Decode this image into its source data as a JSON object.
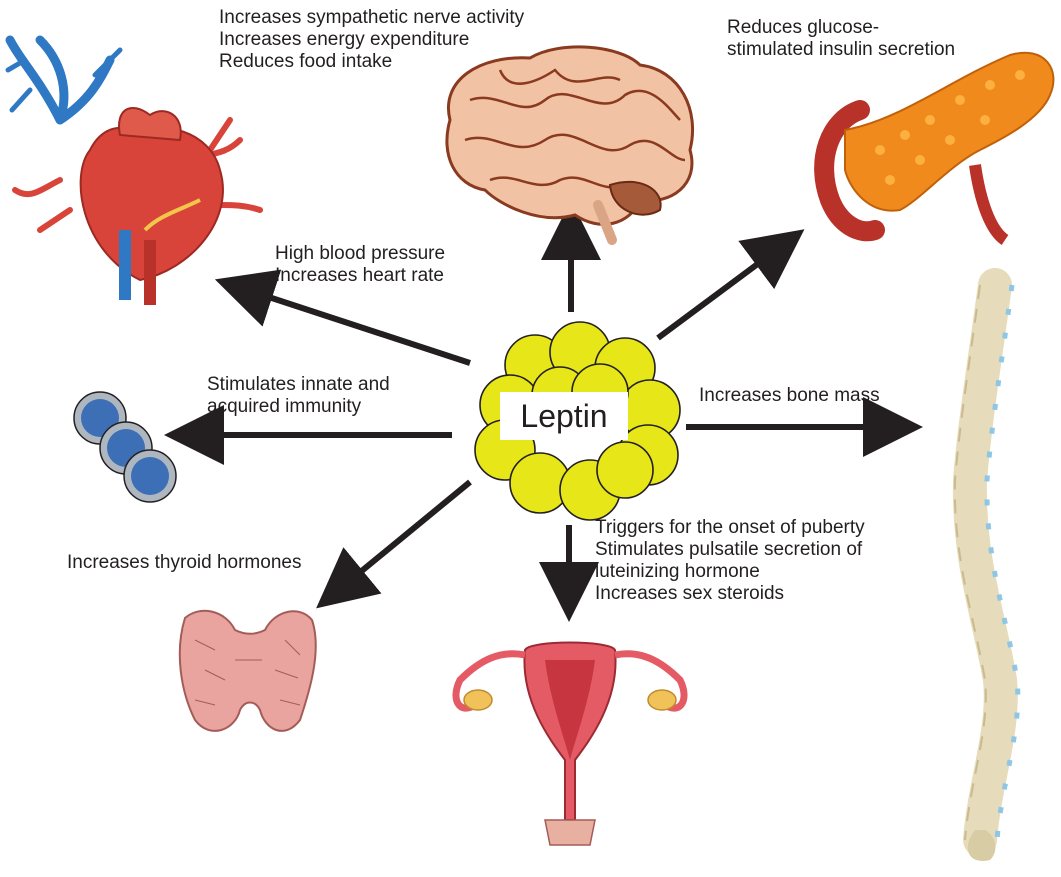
{
  "center": {
    "label": "Leptin"
  },
  "effects": {
    "brain": [
      "Increases sympathetic nerve activity",
      "Increases energy expenditure",
      "Reduces food intake"
    ],
    "pancreas": [
      "Reduces glucose-",
      "stimulated insulin secretion"
    ],
    "heart": [
      "High blood pressure",
      "Increases heart rate"
    ],
    "immune": [
      "Stimulates innate and",
      "acquired immunity"
    ],
    "bone": [
      "Increases bone mass"
    ],
    "thyroid": [
      "Increases thyroid hormones"
    ],
    "reproductive": [
      "Triggers for the onset of puberty",
      "Stimulates pulsatile secretion of",
      "luteinizing hormone",
      "Increases sex steroids"
    ]
  },
  "colors": {
    "adipocyte_fill": "#e6e619",
    "arrow": "#231f20",
    "immune_cell": "#3c6fb5",
    "heart": "#d9443a",
    "vessel_blue": "#2f78c4",
    "brain": "#f2c2a5",
    "pancreas": "#f08a1c",
    "thyroid": "#eaa4a0",
    "uterus": "#e45b66",
    "bone": "#efe6c8",
    "disc": "#8ec7e6"
  },
  "icons": [
    "heart-icon",
    "brain-icon",
    "pancreas-icon",
    "spine-icon",
    "immune-cells-icon",
    "thyroid-icon",
    "reproductive-organs-icon",
    "fat-cells-icon"
  ]
}
